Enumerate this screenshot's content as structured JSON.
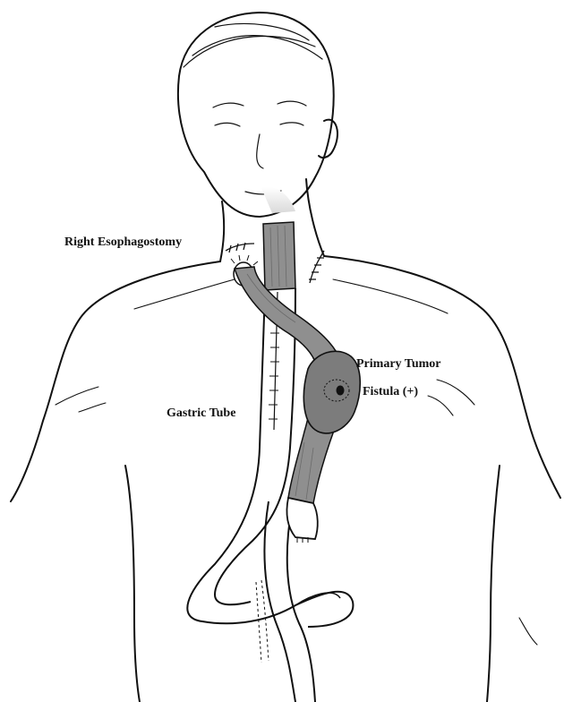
{
  "labels": {
    "right_esophagostomy": "Right Esophagostomy",
    "gastric_tube": "Gastric Tube",
    "primary_tumor": "Primary Tumor",
    "fistula": "Fistula (+)"
  },
  "colors": {
    "outline": "#111111",
    "organ_fill": "#8f8f8f",
    "organ_fill_light": "#bdbdbd",
    "tumor_fill": "#7c7c7c",
    "background": "#ffffff"
  }
}
